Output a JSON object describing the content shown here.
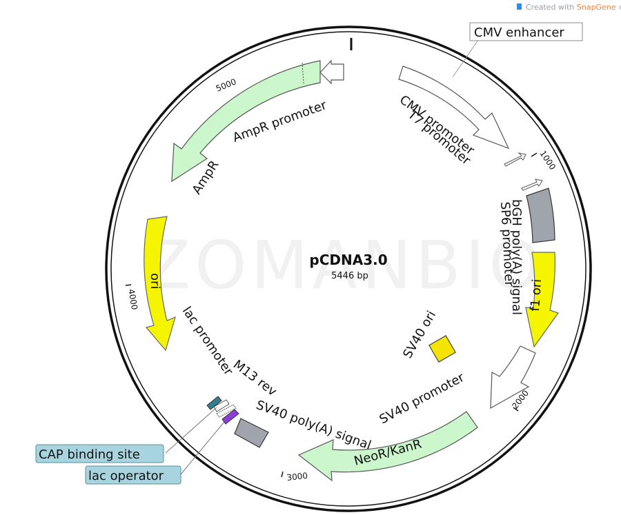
{
  "header": {
    "prefix": "Created with",
    "brand": "SnapGene",
    "mark": "®"
  },
  "watermark": "ZOMANBIO",
  "plasmid": {
    "name": "pCDNA3.0",
    "length": "5446 bp",
    "length_bp": 5446
  },
  "ticks": [
    {
      "bp": 1000,
      "label": "1000"
    },
    {
      "bp": 2000,
      "label": "2000"
    },
    {
      "bp": 3000,
      "label": "3000"
    },
    {
      "bp": 4000,
      "label": "4000"
    },
    {
      "bp": 5000,
      "label": "5000"
    }
  ],
  "features": {
    "cmv_enhancer": {
      "label": "CMV enhancer",
      "color": "#ffffff"
    },
    "cmv_promoter": {
      "label": "CMV promoter",
      "color": "#ffffff"
    },
    "t7_promoter": {
      "label": "T7 promoter",
      "color": "#ffffff"
    },
    "sp6_promoter": {
      "label": "SP6 promoter",
      "color": "#ffffff"
    },
    "bgh_polya": {
      "label": "bGH poly(A) signal",
      "color": "#a0a4ac"
    },
    "f1_ori": {
      "label": "f1 ori",
      "color": "#f5f500"
    },
    "sv40_promoter": {
      "label": "SV40 promoter",
      "color": "#ffffff"
    },
    "sv40_ori": {
      "label": "SV40 ori",
      "color": "#f5e400"
    },
    "neor_kanr": {
      "label": "NeoR/KanR",
      "color": "#ccf7cc"
    },
    "sv40_polya": {
      "label": "SV40 poly(A) signal",
      "color": "#a0a4ac"
    },
    "m13_rev": {
      "label": "M13 rev",
      "color": "#ffffff"
    },
    "lac_operator": {
      "label": "lac operator",
      "color": "#8b3fd6"
    },
    "lac_promoter": {
      "label": "lac promoter",
      "color": "#ffffff"
    },
    "cap_binding_site": {
      "label": "CAP binding site",
      "color": "#2f7f90"
    },
    "ori": {
      "label": "ori",
      "color": "#f5f500"
    },
    "ampr": {
      "label": "AmpR",
      "color": "#ccf7cc"
    },
    "ampr_promoter": {
      "label": "AmpR promoter",
      "color": "#ffffff"
    }
  }
}
